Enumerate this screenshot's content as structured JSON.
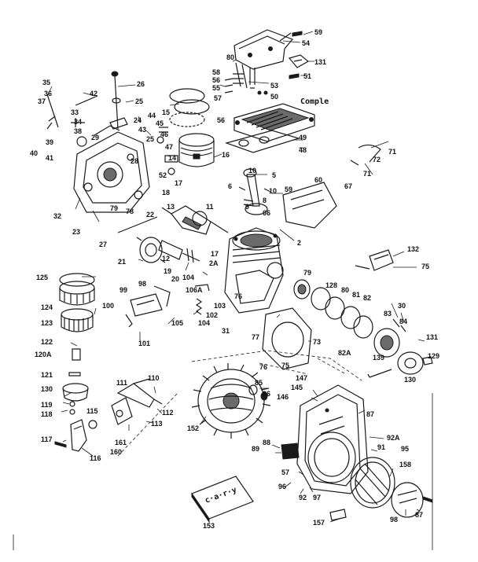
{
  "note_text": "Comple",
  "parts": [
    {
      "id": "p1",
      "n": "59"
    },
    {
      "id": "p2",
      "n": "54"
    },
    {
      "id": "p3",
      "n": "131"
    },
    {
      "id": "p4",
      "n": "51"
    },
    {
      "id": "p5",
      "n": "80"
    },
    {
      "id": "p6",
      "n": "53"
    },
    {
      "id": "p7",
      "n": "58"
    },
    {
      "id": "p8",
      "n": "56"
    },
    {
      "id": "p9",
      "n": "55"
    },
    {
      "id": "p10",
      "n": "50"
    },
    {
      "id": "p11",
      "n": "57"
    },
    {
      "id": "p12",
      "n": "56"
    },
    {
      "id": "p13",
      "n": "49"
    },
    {
      "id": "p14",
      "n": "48"
    },
    {
      "id": "p15",
      "n": "71"
    },
    {
      "id": "p16",
      "n": "72"
    },
    {
      "id": "p17",
      "n": "71"
    },
    {
      "id": "p18",
      "n": "35"
    },
    {
      "id": "p19",
      "n": "36"
    },
    {
      "id": "p20",
      "n": "37"
    },
    {
      "id": "p21",
      "n": "42"
    },
    {
      "id": "p22",
      "n": "33"
    },
    {
      "id": "p23",
      "n": "34"
    },
    {
      "id": "p24",
      "n": "38"
    },
    {
      "id": "p25",
      "n": "39"
    },
    {
      "id": "p26",
      "n": "40"
    },
    {
      "id": "p27",
      "n": "41"
    },
    {
      "id": "p28",
      "n": "29"
    },
    {
      "id": "p29",
      "n": "26"
    },
    {
      "id": "p30",
      "n": "25"
    },
    {
      "id": "p31",
      "n": "24"
    },
    {
      "id": "p32",
      "n": "43"
    },
    {
      "id": "p33",
      "n": "25"
    },
    {
      "id": "p34",
      "n": "28"
    },
    {
      "id": "p35",
      "n": "15"
    },
    {
      "id": "p36",
      "n": "44"
    },
    {
      "id": "p37",
      "n": "45"
    },
    {
      "id": "p38",
      "n": "46"
    },
    {
      "id": "p39",
      "n": "47"
    },
    {
      "id": "p40",
      "n": "14"
    },
    {
      "id": "p41",
      "n": "52"
    },
    {
      "id": "p42",
      "n": "16"
    },
    {
      "id": "p43",
      "n": "10"
    },
    {
      "id": "p44",
      "n": "5"
    },
    {
      "id": "p45",
      "n": "6"
    },
    {
      "id": "p46",
      "n": "10"
    },
    {
      "id": "p47",
      "n": "8"
    },
    {
      "id": "p48",
      "n": "59"
    },
    {
      "id": "p49",
      "n": "60"
    },
    {
      "id": "p50",
      "n": "67"
    },
    {
      "id": "p51",
      "n": "9"
    },
    {
      "id": "p52",
      "n": "66"
    },
    {
      "id": "p53",
      "n": "17"
    },
    {
      "id": "p54",
      "n": "18"
    },
    {
      "id": "p55",
      "n": "32"
    },
    {
      "id": "p56",
      "n": "23"
    },
    {
      "id": "p57",
      "n": "79"
    },
    {
      "id": "p58",
      "n": "78"
    },
    {
      "id": "p59",
      "n": "13"
    },
    {
      "id": "p60",
      "n": "22"
    },
    {
      "id": "p61",
      "n": "11"
    },
    {
      "id": "p62",
      "n": "27"
    },
    {
      "id": "p63",
      "n": "21"
    },
    {
      "id": "p64",
      "n": "12"
    },
    {
      "id": "p65",
      "n": "17"
    },
    {
      "id": "p66",
      "n": "19"
    },
    {
      "id": "p67",
      "n": "20"
    },
    {
      "id": "p68",
      "n": "104"
    },
    {
      "id": "p69",
      "n": "2A"
    },
    {
      "id": "p70",
      "n": "2"
    },
    {
      "id": "p71",
      "n": "132"
    },
    {
      "id": "p72",
      "n": "75"
    },
    {
      "id": "p73",
      "n": "125"
    },
    {
      "id": "p74",
      "n": "124"
    },
    {
      "id": "p75",
      "n": "123"
    },
    {
      "id": "p76",
      "n": "122"
    },
    {
      "id": "p77",
      "n": "120A"
    },
    {
      "id": "p78",
      "n": "121"
    },
    {
      "id": "p79",
      "n": "99"
    },
    {
      "id": "p80",
      "n": "98"
    },
    {
      "id": "p81",
      "n": "106A"
    },
    {
      "id": "p82",
      "n": "100"
    },
    {
      "id": "p83",
      "n": "101"
    },
    {
      "id": "p84",
      "n": "105"
    },
    {
      "id": "p85",
      "n": "104"
    },
    {
      "id": "p86",
      "n": "102"
    },
    {
      "id": "p87",
      "n": "103"
    },
    {
      "id": "p88",
      "n": "31"
    },
    {
      "id": "p89",
      "n": "76"
    },
    {
      "id": "p90",
      "n": "79"
    },
    {
      "id": "p91",
      "n": "128"
    },
    {
      "id": "p92",
      "n": "80"
    },
    {
      "id": "p93",
      "n": "81"
    },
    {
      "id": "p94",
      "n": "82"
    },
    {
      "id": "p95",
      "n": "30"
    },
    {
      "id": "p96",
      "n": "83"
    },
    {
      "id": "p97",
      "n": "84"
    },
    {
      "id": "p98",
      "n": "82A"
    },
    {
      "id": "p99",
      "n": "73"
    },
    {
      "id": "p100",
      "n": "77"
    },
    {
      "id": "p101",
      "n": "76"
    },
    {
      "id": "p102",
      "n": "75"
    },
    {
      "id": "p103",
      "n": "131"
    },
    {
      "id": "p104",
      "n": "139"
    },
    {
      "id": "p105",
      "n": "129"
    },
    {
      "id": "p106",
      "n": "130"
    },
    {
      "id": "p107",
      "n": "130"
    },
    {
      "id": "p108",
      "n": "119"
    },
    {
      "id": "p109",
      "n": "118"
    },
    {
      "id": "p110",
      "n": "115"
    },
    {
      "id": "p111",
      "n": "117"
    },
    {
      "id": "p112",
      "n": "116"
    },
    {
      "id": "p113",
      "n": "111"
    },
    {
      "id": "p114",
      "n": "110"
    },
    {
      "id": "p115",
      "n": "112"
    },
    {
      "id": "p116",
      "n": "113"
    },
    {
      "id": "p117",
      "n": "161"
    },
    {
      "id": "p118",
      "n": "160"
    },
    {
      "id": "p119",
      "n": "152"
    },
    {
      "id": "p120",
      "n": "85"
    },
    {
      "id": "p121",
      "n": "86"
    },
    {
      "id": "p122",
      "n": "147"
    },
    {
      "id": "p123",
      "n": "145"
    },
    {
      "id": "p124",
      "n": "146"
    },
    {
      "id": "p125",
      "n": "87"
    },
    {
      "id": "p126",
      "n": "88"
    },
    {
      "id": "p127",
      "n": "89"
    },
    {
      "id": "p128",
      "n": "92A"
    },
    {
      "id": "p129",
      "n": "91"
    },
    {
      "id": "p130",
      "n": "95"
    },
    {
      "id": "p131",
      "n": "57"
    },
    {
      "id": "p132",
      "n": "96"
    },
    {
      "id": "p133",
      "n": "92"
    },
    {
      "id": "p134",
      "n": "97"
    },
    {
      "id": "p135",
      "n": "158"
    },
    {
      "id": "p136",
      "n": "153"
    },
    {
      "id": "p137",
      "n": "157"
    },
    {
      "id": "p138",
      "n": "98"
    },
    {
      "id": "p139",
      "n": "87"
    }
  ]
}
